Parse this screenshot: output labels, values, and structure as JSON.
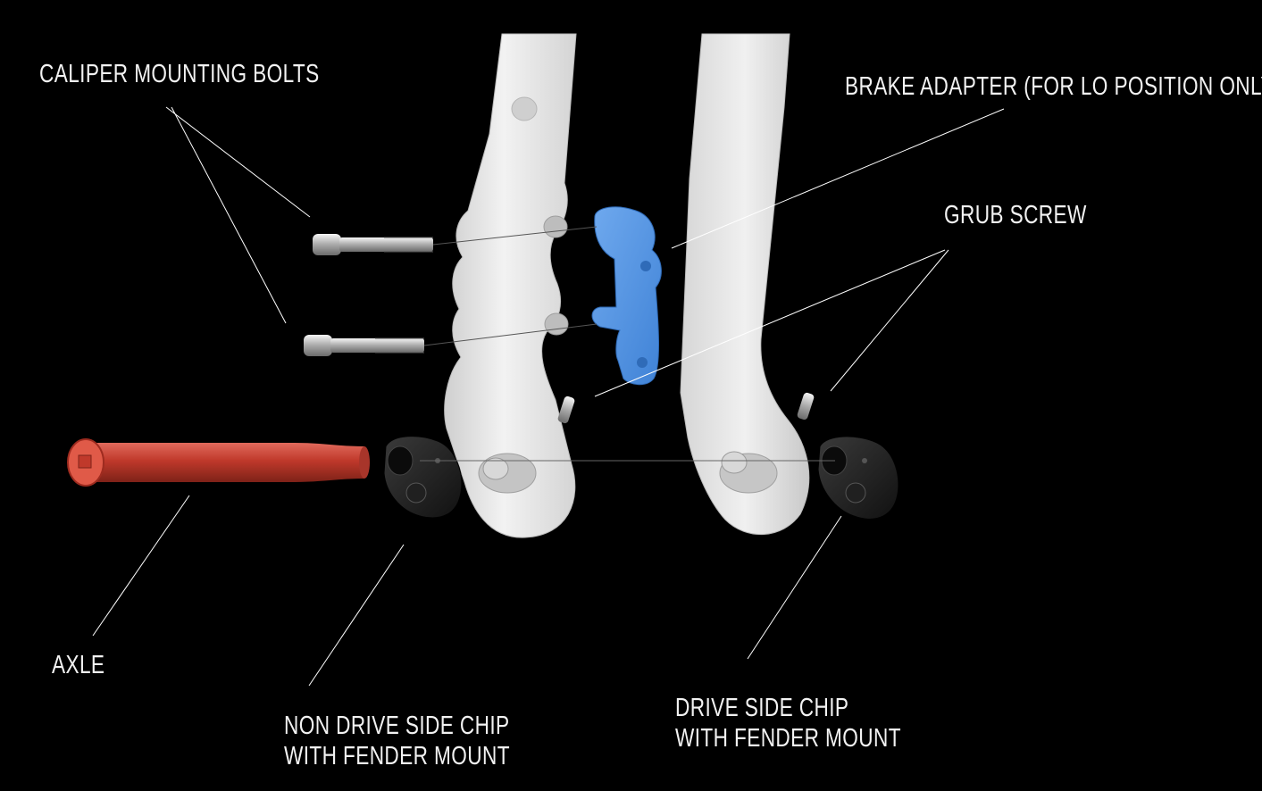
{
  "labels": {
    "caliper_bolts": "CALIPER MOUNTING BOLTS",
    "brake_adapter": "BRAKE ADAPTER (FOR LO POSITION ONLY)",
    "grub_screw": "GRUB SCREW",
    "axle": "AXLE",
    "non_drive_chip": [
      "NON DRIVE SIDE CHIP",
      "WITH FENDER MOUNT"
    ],
    "drive_chip": [
      "DRIVE SIDE CHIP",
      "WITH FENDER MOUNT"
    ]
  },
  "colors": {
    "background": "#000000",
    "fork": "#e6e6e6",
    "brake_adapter": "#4a90e2",
    "axle": "#c0392b",
    "chip": "#1e1e1e",
    "leader_line": "#ffffff",
    "text": "#f2f2f2"
  }
}
